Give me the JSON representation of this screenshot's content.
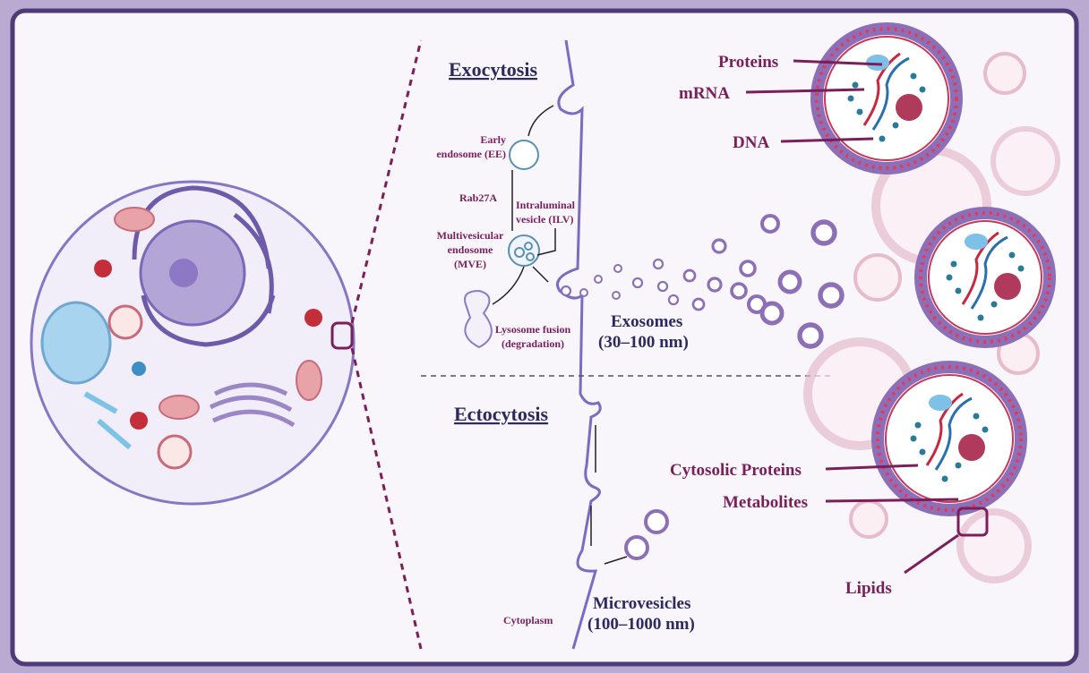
{
  "headings": {
    "exocytosis": "Exocytosis",
    "ectocytosis": "Ectocytosis"
  },
  "pathway": {
    "early_endosome": [
      "Early",
      "endosome (EE)"
    ],
    "rab": "Rab27A",
    "ilv": [
      "Intraluminal",
      "vesicle (ILV)"
    ],
    "mve": [
      "Multivesicular",
      "endosome",
      "(MVE)"
    ],
    "lysosome": [
      "Lysosome fusion",
      "(degradation)"
    ],
    "cytoplasm": "Cytoplasm"
  },
  "exosomes": {
    "name": "Exosomes",
    "size": "(30–100 nm)"
  },
  "microvesicles": {
    "name": "Microvesicles",
    "size": "(100–1000 nm)"
  },
  "cargo": {
    "proteins": "Proteins",
    "mrna": "mRNA",
    "dna": "DNA",
    "cytosolic_proteins": "Cytosolic Proteins",
    "metabolites": "Metabolites",
    "lipids": "Lipids"
  },
  "colors": {
    "frame": "#4e3a78",
    "label": "#7a1f5a",
    "heading": "#2c2a5e",
    "membrane": "#7a6cc0",
    "vesicle": "#8d6fb8"
  }
}
